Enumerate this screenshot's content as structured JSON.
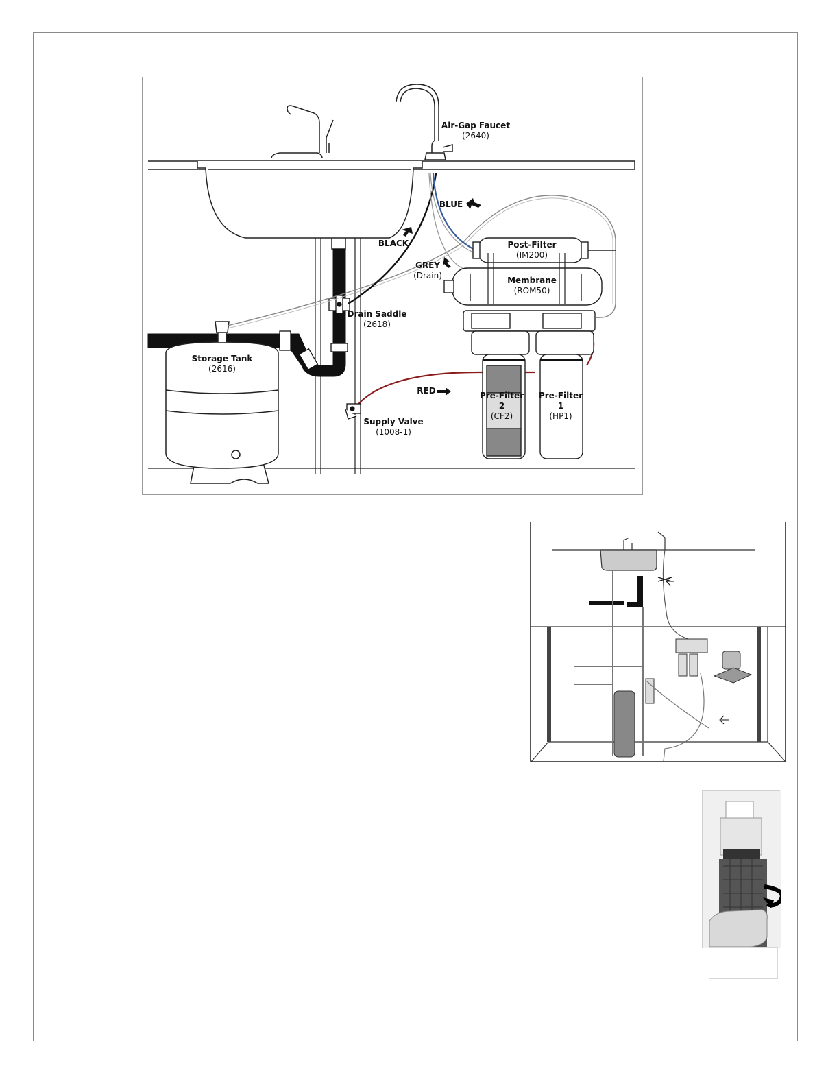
{
  "labels": {
    "faucet_name": "Air-Gap Faucet",
    "faucet_code": "(2640)",
    "blue": "BLUE",
    "black": "BLACK",
    "grey": "GREY",
    "drain": "(Drain)",
    "post_filter_name": "Post-Filter",
    "post_filter_code": "(IM200)",
    "membrane_name": "Membrane",
    "membrane_code": "(ROM50)",
    "drain_saddle_name": "Drain Saddle",
    "drain_saddle_code": "(2618)",
    "storage_tank_name": "Storage Tank",
    "storage_tank_code": "(2616)",
    "red": "RED",
    "supply_valve_name": "Supply Valve",
    "supply_valve_code": "(1008-1)",
    "prefilter2_name": "Pre-Filter",
    "prefilter2_num": "2",
    "prefilter2_code": "(CF2)",
    "prefilter1_name": "Pre-Filter",
    "prefilter1_num": "1",
    "prefilter1_code": "(HP1)"
  },
  "colors": {
    "blue_line": "#3a5fa0",
    "red_line": "#8a1c1c",
    "black_line": "#111111",
    "grey_line": "#9a9a9a",
    "outline": "#222222"
  },
  "icons": {
    "arrow": "arrow-icon",
    "rotate_arrow": "rotate-arrow-icon"
  }
}
